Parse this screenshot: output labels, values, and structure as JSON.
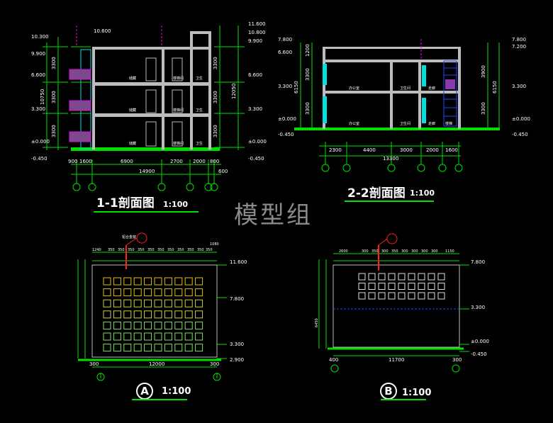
{
  "watermark": "模型组",
  "section_1": {
    "title": "1-1剖面图",
    "scale": "1:100",
    "elev_left": [
      "10.300",
      "9.900",
      "6.600",
      "3.300",
      "±0.000",
      "-0.450"
    ],
    "elev_right": [
      "11.600",
      "10.800",
      "9.900",
      "6.600",
      "3.300",
      "±0.000",
      "-0.450"
    ],
    "elev_top_mid": "10.600",
    "dims_vertical_left": [
      "3300",
      "3300",
      "3300",
      "10750"
    ],
    "dims_vertical_right": [
      "3300",
      "3300",
      "3300",
      "12050"
    ],
    "dims_bottom": [
      "900",
      "1600",
      "6900",
      "2700",
      "2000",
      "800",
      "600"
    ],
    "dim_total": "14900",
    "rooms": [
      "储藏",
      "楼梯间",
      "卫生",
      "储藏",
      "楼梯间",
      "卫生",
      "储藏",
      "楼梯间",
      "卫生"
    ]
  },
  "section_2": {
    "title": "2-2剖面图",
    "scale": "1:100",
    "elev_left": [
      "7.800",
      "6.600",
      "3.300",
      "±0.000",
      "-0.450"
    ],
    "elev_right": [
      "7.800",
      "7.200",
      "3.300",
      "±0.000",
      "-0.450"
    ],
    "dims_vertical_left": [
      "3300",
      "3300",
      "6150",
      "1200"
    ],
    "dims_vertical_right": [
      "3900",
      "3300",
      "6150"
    ],
    "dims_bottom": [
      "2300",
      "4400",
      "3000",
      "2000",
      "1600"
    ],
    "dim_total": "13300",
    "rooms": [
      "办公室",
      "卫生间",
      "走廊",
      "办公室",
      "卫生间",
      "走廊",
      "楼梯"
    ]
  },
  "elevation_a": {
    "label": "A",
    "scale": "1:100",
    "elev_right": [
      "11.600",
      "7.800",
      "3.300",
      "2.900"
    ],
    "dims_top": [
      "1240",
      "350",
      "350",
      "350",
      "350",
      "350",
      "350",
      "350",
      "350",
      "350",
      "350",
      "350",
      "1080"
    ],
    "dims_bottom": [
      "300",
      "12000",
      "300"
    ],
    "annotation": "铝合金窗"
  },
  "elevation_b": {
    "label": "B",
    "scale": "1:100",
    "elev_right": [
      "7.800",
      "3.300",
      "±0.000",
      "-0.450"
    ],
    "dims_top": [
      "2600",
      "300",
      "350",
      "300",
      "350",
      "300",
      "300",
      "300",
      "300",
      "1150"
    ],
    "dims_bottom": [
      "400",
      "11700",
      "300"
    ],
    "dims_left": [
      "6450"
    ]
  }
}
